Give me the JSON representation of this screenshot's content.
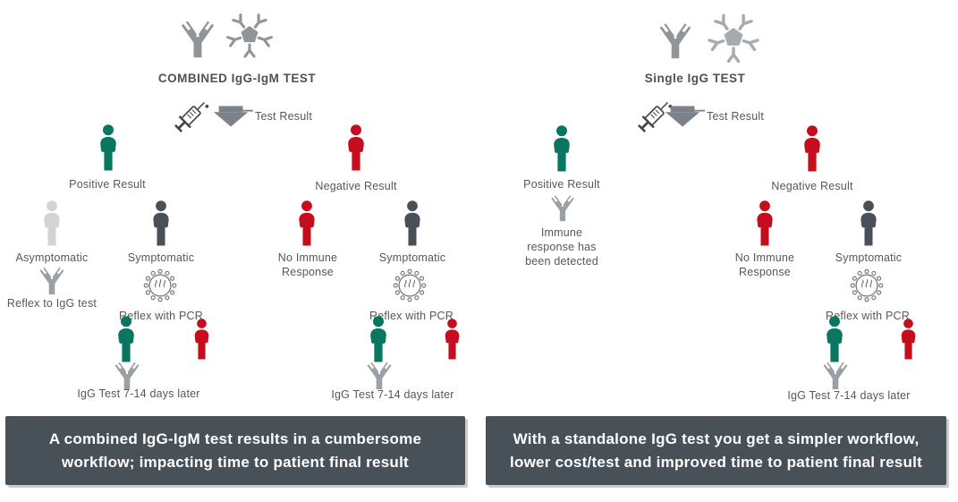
{
  "panels": {
    "left": {
      "title": "COMBINED IgG-IgM TEST",
      "test_result": "Test Result",
      "positive": "Positive Result",
      "negative": "Negative Result",
      "asymptomatic": "Asymptomatic",
      "reflex_igg": "Reflex to IgG test",
      "symptomatic_pos": "Symptomatic",
      "reflex_pcr_pos": "Reflex with PCR",
      "igg_later_pos": "IgG Test 7-14 days later",
      "no_immune": "No Immune\nResponse",
      "symptomatic_neg": "Symptomatic",
      "reflex_pcr_neg": "Reflex with PCR",
      "igg_later_neg": "IgG Test 7-14 days later",
      "caption": "A combined IgG-IgM test results in a cumbersome\nworkflow; impacting time to patient final result"
    },
    "right": {
      "title": "Single IgG TEST",
      "test_result": "Test Result",
      "positive": "Positive Result",
      "immune_detected": "Immune\nresponse has\nbeen detected",
      "negative": "Negative Result",
      "no_immune": "No Immune\nResponse",
      "symptomatic": "Symptomatic",
      "reflex_pcr": "Reflex with PCR",
      "igg_later": "IgG Test 7-14 days later",
      "caption": "With a standalone IgG test you get a simpler workflow,\nlower cost/test and improved time to patient final result"
    }
  },
  "icons": {
    "person": "person-silhouette",
    "igg": "igg-antibody-y",
    "igm": "igm-antibody-pentamer",
    "syringe": "syringe-with-droplet",
    "arrow": "down-arrow",
    "virus": "coronavirus"
  },
  "colors": {
    "positive_green": "#097661",
    "negative_red": "#c60d1e",
    "symptomatic_gray": "#4a5058",
    "asymptomatic_gray": "#d3d4d6",
    "icon_gray": "#949a9e",
    "caption_bg": "#485058",
    "caption_text": "#ffffff",
    "label_text": "#55585c"
  }
}
